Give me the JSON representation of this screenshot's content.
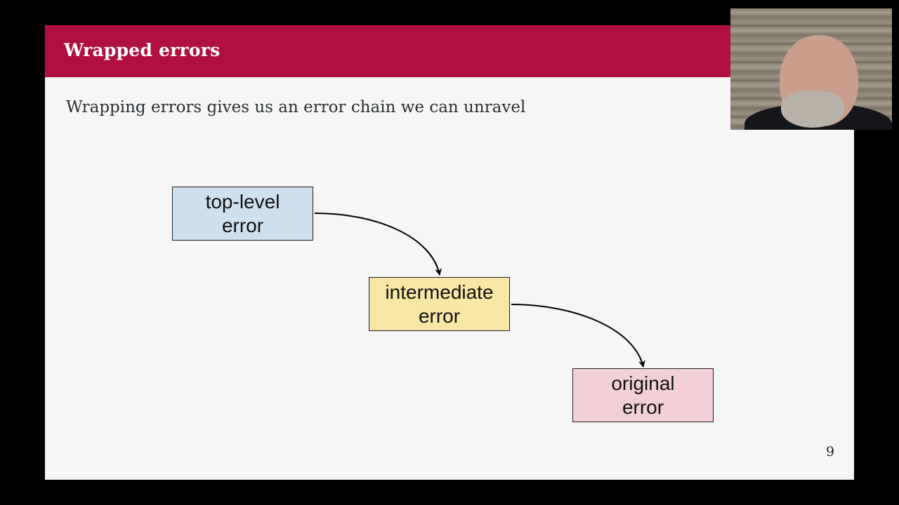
{
  "slide": {
    "title": "Wrapped errors",
    "subtitle": "Wrapping errors gives us an error chain we can unravel",
    "page_number": "9"
  },
  "diagram": {
    "nodes": [
      {
        "id": "top-level",
        "lines": [
          "top-level",
          "error"
        ],
        "fill": "#cfe0ef"
      },
      {
        "id": "intermediate",
        "lines": [
          "intermediate",
          "error"
        ],
        "fill": "#f8e6a6"
      },
      {
        "id": "original",
        "lines": [
          "original",
          "error"
        ],
        "fill": "#f3cfd8"
      }
    ],
    "edges": [
      {
        "from": "top-level",
        "to": "intermediate"
      },
      {
        "from": "intermediate",
        "to": "original"
      }
    ]
  },
  "colors": {
    "title_bar": "#b0103f",
    "slide_background": "#f6f6f6",
    "page_background": "#000000"
  }
}
